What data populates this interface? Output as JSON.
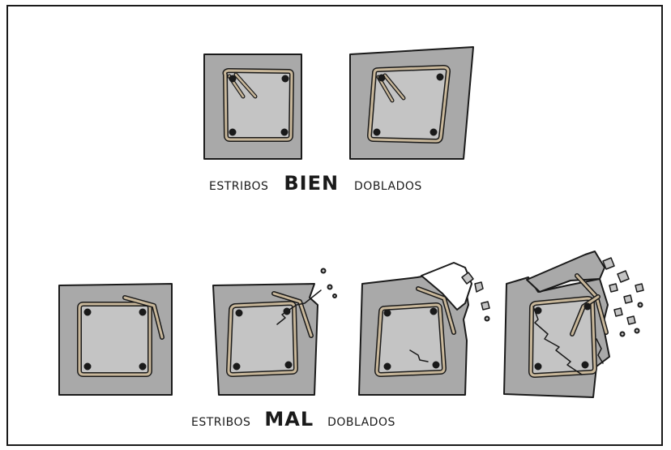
{
  "captions": {
    "good": {
      "pre": "ESTRIBOS",
      "emph": "BIEN",
      "post": "DOBLADOS"
    },
    "bad": {
      "pre": "ESTRIBOS",
      "emph": "MAL",
      "post": "DOBLADOS"
    }
  },
  "colors": {
    "concrete": "#a9a9a9",
    "core": "#c4c4c4",
    "rebar": "#c8b79a",
    "outline": "#1a1a1a"
  }
}
